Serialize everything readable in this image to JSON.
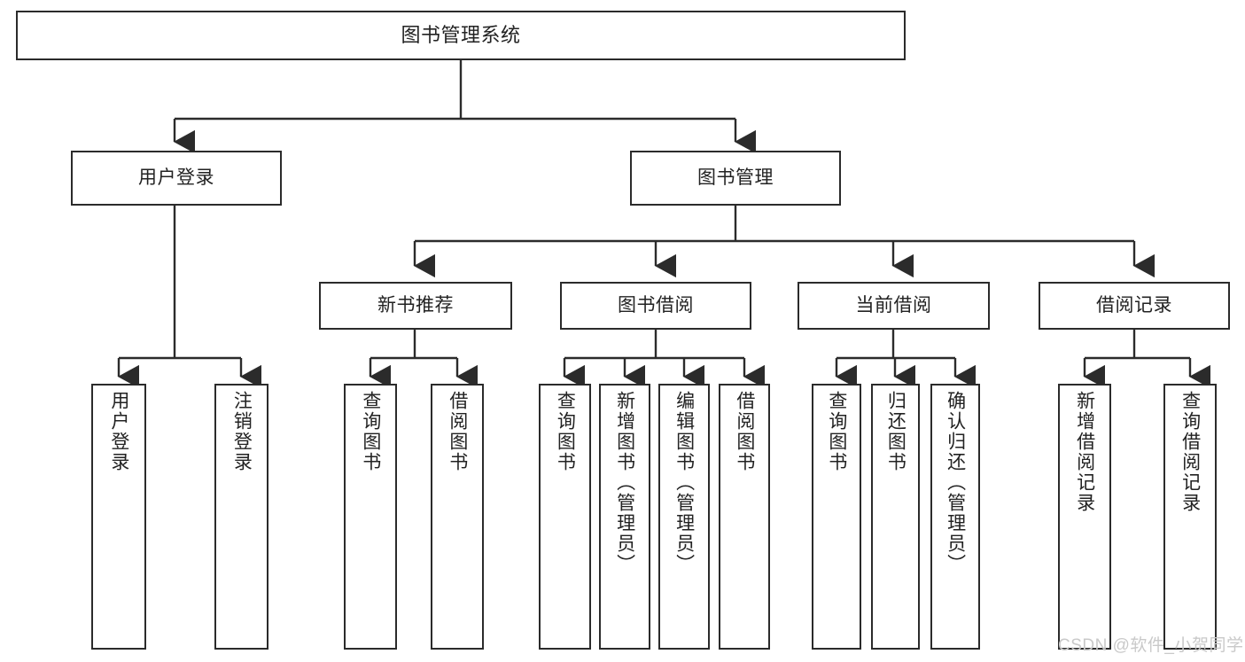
{
  "diagram": {
    "title": "图书管理系统",
    "type": "功能结构图",
    "watermark": "CSDN @软件_小贺同学",
    "stroke_color": "#2b2b2b",
    "text_color": "#222222",
    "background_color": "#ffffff",
    "watermark_color": "#c9c9c9"
  },
  "nodes": {
    "root": {
      "label": "图书管理系统",
      "level": 1
    },
    "l2": [
      {
        "label": "用户登录",
        "level": 2
      },
      {
        "label": "图书管理",
        "level": 2
      }
    ],
    "l3": [
      {
        "label": "新书推荐",
        "level": 3
      },
      {
        "label": "图书借阅",
        "level": 3
      },
      {
        "label": "当前借阅",
        "level": 3
      },
      {
        "label": "借阅记录",
        "level": 3
      }
    ],
    "leaves_user_login": [
      {
        "label": "用户登录",
        "level": 4
      },
      {
        "label": "注销登录",
        "level": 4
      }
    ],
    "leaves_new_book": [
      {
        "label": "查询图书",
        "level": 4
      },
      {
        "label": "借阅图书",
        "level": 4
      }
    ],
    "leaves_borrow": [
      {
        "label": "查询图书",
        "level": 4
      },
      {
        "label": "新增图书（管理员）",
        "level": 4
      },
      {
        "label": "编辑图书（管理员）",
        "level": 4
      },
      {
        "label": "借阅图书",
        "level": 4
      }
    ],
    "leaves_current": [
      {
        "label": "查询图书",
        "level": 4
      },
      {
        "label": "归还图书",
        "level": 4
      },
      {
        "label": "确认归还（管理员）",
        "level": 4
      }
    ],
    "leaves_records": [
      {
        "label": "新增借阅记录",
        "level": 4
      },
      {
        "label": "查询借阅记录",
        "level": 4
      }
    ]
  }
}
